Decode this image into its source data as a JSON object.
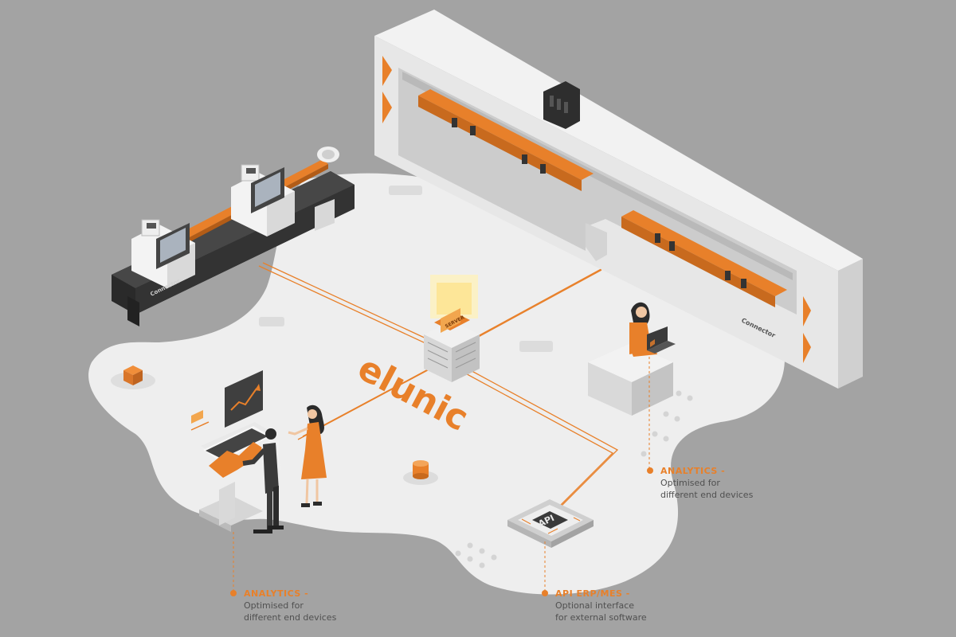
{
  "colors": {
    "background": "#a3a3a3",
    "floor": "#eeeeee",
    "accent": "#e8802a",
    "machine_dark": "#3c3c3c",
    "machine_light": "#ececec",
    "text_gray": "#505050"
  },
  "labels": {
    "connector_left": "Connector",
    "connector_right": "Connector",
    "server": "SERVER",
    "api": "API",
    "brand_logo": "elunic"
  },
  "callouts": [
    {
      "title": "ANALYTICS",
      "dash": " -",
      "lines": [
        "Optimised for",
        "different end devices"
      ]
    },
    {
      "title": "ANALYTICS",
      "dash": " -",
      "lines": [
        "Optimised for",
        "different end devices"
      ]
    },
    {
      "title": "API ERP/MES",
      "dash": " -",
      "lines": [
        "Optional interface",
        "for external software"
      ]
    }
  ]
}
